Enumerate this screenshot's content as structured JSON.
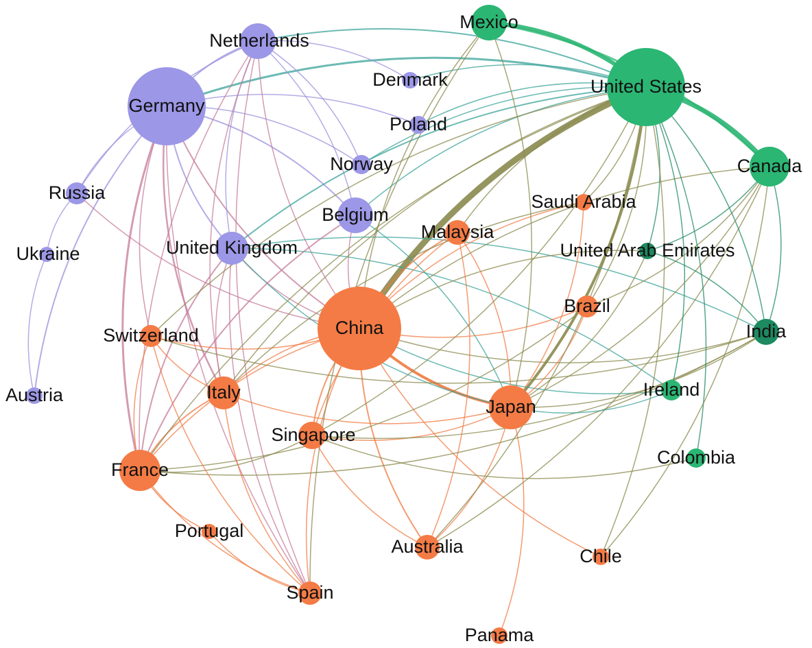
{
  "colors": {
    "purple": "#9c97e6",
    "orange": "#f47b45",
    "green": "#2bb673",
    "dark_green": "#1d8a61",
    "edge_purple": "#9a90dd",
    "edge_pink": "#c47a98",
    "edge_orange": "#f07a40",
    "edge_olive": "#8a8a4e",
    "edge_teal": "#3aa39a"
  },
  "nodes": [
    {
      "id": "germany",
      "label": "Germany",
      "group": "purple"
    },
    {
      "id": "netherlands",
      "label": "Netherlands",
      "group": "purple"
    },
    {
      "id": "denmark",
      "label": "Denmark",
      "group": "purple"
    },
    {
      "id": "poland",
      "label": "Poland",
      "group": "purple"
    },
    {
      "id": "norway",
      "label": "Norway",
      "group": "purple"
    },
    {
      "id": "russia",
      "label": "Russia",
      "group": "purple"
    },
    {
      "id": "ukraine",
      "label": "Ukraine",
      "group": "purple"
    },
    {
      "id": "austria",
      "label": "Austria",
      "group": "purple"
    },
    {
      "id": "belgium",
      "label": "Belgium",
      "group": "purple"
    },
    {
      "id": "uk",
      "label": "United Kingdom",
      "group": "purple"
    },
    {
      "id": "china",
      "label": "China",
      "group": "orange"
    },
    {
      "id": "malaysia",
      "label": "Malaysia",
      "group": "orange"
    },
    {
      "id": "saudi",
      "label": "Saudi Arabia",
      "group": "orange"
    },
    {
      "id": "brazil",
      "label": "Brazil",
      "group": "orange"
    },
    {
      "id": "switzerland",
      "label": "Switzerland",
      "group": "orange"
    },
    {
      "id": "italy",
      "label": "Italy",
      "group": "orange"
    },
    {
      "id": "france",
      "label": "France",
      "group": "orange"
    },
    {
      "id": "singapore",
      "label": "Singapore",
      "group": "orange"
    },
    {
      "id": "japan",
      "label": "Japan",
      "group": "orange"
    },
    {
      "id": "portugal",
      "label": "Portugal",
      "group": "orange"
    },
    {
      "id": "spain",
      "label": "Spain",
      "group": "orange"
    },
    {
      "id": "australia",
      "label": "Australia",
      "group": "orange"
    },
    {
      "id": "chile",
      "label": "Chile",
      "group": "orange"
    },
    {
      "id": "panama",
      "label": "Panama",
      "group": "orange"
    },
    {
      "id": "mexico",
      "label": "Mexico",
      "group": "green"
    },
    {
      "id": "us",
      "label": "United States",
      "group": "green"
    },
    {
      "id": "canada",
      "label": "Canada",
      "group": "green"
    },
    {
      "id": "uae",
      "label": "United Arab Emirates",
      "group": "dark_green"
    },
    {
      "id": "india",
      "label": "India",
      "group": "dark_green"
    },
    {
      "id": "ireland",
      "label": "Ireland",
      "group": "green"
    },
    {
      "id": "colombia",
      "label": "Colombia",
      "group": "green"
    }
  ],
  "edges": [
    {
      "s": "china",
      "t": "us",
      "w": 9,
      "c": "edge_olive"
    },
    {
      "s": "us",
      "t": "canada",
      "w": 7,
      "c": "green"
    },
    {
      "s": "us",
      "t": "mexico",
      "w": 6,
      "c": "green"
    },
    {
      "s": "mexico",
      "t": "canada",
      "w": 3,
      "c": "green"
    },
    {
      "s": "germany",
      "t": "us",
      "w": 3,
      "c": "edge_teal"
    },
    {
      "s": "netherlands",
      "t": "us",
      "w": 2,
      "c": "edge_teal"
    },
    {
      "s": "china",
      "t": "japan",
      "w": 4,
      "c": "edge_orange"
    },
    {
      "s": "us",
      "t": "japan",
      "w": 4,
      "c": "edge_olive"
    },
    {
      "s": "germany",
      "t": "france",
      "w": 3,
      "c": "edge_pink"
    },
    {
      "s": "germany",
      "t": "italy",
      "w": 2.5,
      "c": "edge_pink"
    },
    {
      "s": "germany",
      "t": "uk",
      "w": 2,
      "c": "edge_purple"
    },
    {
      "s": "germany",
      "t": "netherlands",
      "w": 2,
      "c": "edge_purple"
    },
    {
      "s": "germany",
      "t": "belgium",
      "w": 2,
      "c": "edge_purple"
    },
    {
      "s": "germany",
      "t": "china",
      "w": 2,
      "c": "edge_pink"
    },
    {
      "s": "germany",
      "t": "russia",
      "w": 1.5,
      "c": "edge_purple"
    },
    {
      "s": "germany",
      "t": "austria",
      "w": 2,
      "c": "edge_purple"
    },
    {
      "s": "germany",
      "t": "poland",
      "w": 1.5,
      "c": "edge_purple"
    },
    {
      "s": "germany",
      "t": "switzerland",
      "w": 1.5,
      "c": "edge_pink"
    },
    {
      "s": "germany",
      "t": "spain",
      "w": 1.5,
      "c": "edge_pink"
    },
    {
      "s": "germany",
      "t": "norway",
      "w": 1.5,
      "c": "edge_purple"
    },
    {
      "s": "netherlands",
      "t": "belgium",
      "w": 1.5,
      "c": "edge_purple"
    },
    {
      "s": "netherlands",
      "t": "uk",
      "w": 1.5,
      "c": "edge_purple"
    },
    {
      "s": "netherlands",
      "t": "china",
      "w": 1.5,
      "c": "edge_pink"
    },
    {
      "s": "netherlands",
      "t": "russia",
      "w": 1.5,
      "c": "edge_purple"
    },
    {
      "s": "netherlands",
      "t": "norway",
      "w": 1.5,
      "c": "edge_purple"
    },
    {
      "s": "netherlands",
      "t": "france",
      "w": 1.5,
      "c": "edge_pink"
    },
    {
      "s": "netherlands",
      "t": "italy",
      "w": 1.5,
      "c": "edge_pink"
    },
    {
      "s": "netherlands",
      "t": "spain",
      "w": 1.5,
      "c": "edge_pink"
    },
    {
      "s": "netherlands",
      "t": "denmark",
      "w": 1.5,
      "c": "edge_purple"
    },
    {
      "s": "russia",
      "t": "ukraine",
      "w": 1.5,
      "c": "edge_purple"
    },
    {
      "s": "ukraine",
      "t": "austria",
      "w": 1.5,
      "c": "edge_purple"
    },
    {
      "s": "russia",
      "t": "china",
      "w": 1.5,
      "c": "edge_pink"
    },
    {
      "s": "uk",
      "t": "us",
      "w": 2,
      "c": "edge_teal"
    },
    {
      "s": "uk",
      "t": "china",
      "w": 1.5,
      "c": "edge_pink"
    },
    {
      "s": "uk",
      "t": "france",
      "w": 2,
      "c": "edge_pink"
    },
    {
      "s": "uk",
      "t": "italy",
      "w": 1.5,
      "c": "edge_pink"
    },
    {
      "s": "uk",
      "t": "spain",
      "w": 1.5,
      "c": "edge_pink"
    },
    {
      "s": "uk",
      "t": "japan",
      "w": 1.5,
      "c": "edge_teal"
    },
    {
      "s": "uk",
      "t": "ireland",
      "w": 1.5,
      "c": "edge_teal"
    },
    {
      "s": "uk",
      "t": "india",
      "w": 1.5,
      "c": "edge_teal"
    },
    {
      "s": "belgium",
      "t": "china",
      "w": 1.5,
      "c": "edge_pink"
    },
    {
      "s": "belgium",
      "t": "france",
      "w": 2,
      "c": "edge_pink"
    },
    {
      "s": "belgium",
      "t": "us",
      "w": 1.5,
      "c": "edge_teal"
    },
    {
      "s": "belgium",
      "t": "japan",
      "w": 1.5,
      "c": "edge_teal"
    },
    {
      "s": "poland",
      "t": "us",
      "w": 1.5,
      "c": "edge_teal"
    },
    {
      "s": "norway",
      "t": "us",
      "w": 1.5,
      "c": "edge_teal"
    },
    {
      "s": "denmark",
      "t": "us",
      "w": 1.5,
      "c": "edge_teal"
    },
    {
      "s": "china",
      "t": "malaysia",
      "w": 2,
      "c": "edge_orange"
    },
    {
      "s": "china",
      "t": "singapore",
      "w": 2,
      "c": "edge_orange"
    },
    {
      "s": "china",
      "t": "australia",
      "w": 2,
      "c": "edge_orange"
    },
    {
      "s": "china",
      "t": "brazil",
      "w": 1.5,
      "c": "edge_orange"
    },
    {
      "s": "china",
      "t": "saudi",
      "w": 1.5,
      "c": "edge_orange"
    },
    {
      "s": "china",
      "t": "italy",
      "w": 1.5,
      "c": "edge_orange"
    },
    {
      "s": "china",
      "t": "france",
      "w": 1.5,
      "c": "edge_orange"
    },
    {
      "s": "china",
      "t": "spain",
      "w": 1.5,
      "c": "edge_orange"
    },
    {
      "s": "china",
      "t": "switzerland",
      "w": 1.5,
      "c": "edge_orange"
    },
    {
      "s": "china",
      "t": "chile",
      "w": 1.5,
      "c": "edge_orange"
    },
    {
      "s": "china",
      "t": "india",
      "w": 1.5,
      "c": "edge_olive"
    },
    {
      "s": "china",
      "t": "uae",
      "w": 1.5,
      "c": "edge_olive"
    },
    {
      "s": "china",
      "t": "canada",
      "w": 1.5,
      "c": "edge_olive"
    },
    {
      "s": "china",
      "t": "mexico",
      "w": 1.5,
      "c": "edge_olive"
    },
    {
      "s": "china",
      "t": "ireland",
      "w": 1.5,
      "c": "edge_teal"
    },
    {
      "s": "japan",
      "t": "malaysia",
      "w": 1.5,
      "c": "edge_orange"
    },
    {
      "s": "japan",
      "t": "singapore",
      "w": 1.5,
      "c": "edge_orange"
    },
    {
      "s": "japan",
      "t": "australia",
      "w": 1.5,
      "c": "edge_orange"
    },
    {
      "s": "japan",
      "t": "brazil",
      "w": 1.5,
      "c": "edge_orange"
    },
    {
      "s": "japan",
      "t": "panama",
      "w": 1.5,
      "c": "edge_orange"
    },
    {
      "s": "japan",
      "t": "saudi",
      "w": 1.5,
      "c": "edge_orange"
    },
    {
      "s": "japan",
      "t": "india",
      "w": 1.5,
      "c": "edge_olive"
    },
    {
      "s": "japan",
      "t": "uae",
      "w": 1.5,
      "c": "edge_olive"
    },
    {
      "s": "japan",
      "t": "italy",
      "w": 1.5,
      "c": "edge_orange"
    },
    {
      "s": "france",
      "t": "spain",
      "w": 1.5,
      "c": "edge_orange"
    },
    {
      "s": "france",
      "t": "italy",
      "w": 2,
      "c": "edge_orange"
    },
    {
      "s": "france",
      "t": "switzerland",
      "w": 1.5,
      "c": "edge_orange"
    },
    {
      "s": "france",
      "t": "portugal",
      "w": 1.5,
      "c": "edge_orange"
    },
    {
      "s": "france",
      "t": "singapore",
      "w": 1.5,
      "c": "edge_olive"
    },
    {
      "s": "france",
      "t": "us",
      "w": 1.5,
      "c": "edge_olive"
    },
    {
      "s": "france",
      "t": "india",
      "w": 1.5,
      "c": "edge_olive"
    },
    {
      "s": "france",
      "t": "brazil",
      "w": 1.5,
      "c": "edge_olive"
    },
    {
      "s": "italy",
      "t": "spain",
      "w": 1.5,
      "c": "edge_orange"
    },
    {
      "s": "italy",
      "t": "switzerland",
      "w": 1.5,
      "c": "edge_orange"
    },
    {
      "s": "italy",
      "t": "us",
      "w": 1.5,
      "c": "edge_olive"
    },
    {
      "s": "italy",
      "t": "saudi",
      "w": 1.5,
      "c": "edge_olive"
    },
    {
      "s": "switzerland",
      "t": "us",
      "w": 1.5,
      "c": "edge_olive"
    },
    {
      "s": "switzerland",
      "t": "spain",
      "w": 1.5,
      "c": "edge_orange"
    },
    {
      "s": "switzerland",
      "t": "india",
      "w": 1.5,
      "c": "edge_olive"
    },
    {
      "s": "portugal",
      "t": "spain",
      "w": 1.5,
      "c": "edge_orange"
    },
    {
      "s": "singapore",
      "t": "malaysia",
      "w": 1.5,
      "c": "edge_orange"
    },
    {
      "s": "singapore",
      "t": "australia",
      "w": 1.5,
      "c": "edge_orange"
    },
    {
      "s": "singapore",
      "t": "us",
      "w": 1.5,
      "c": "edge_olive"
    },
    {
      "s": "singapore",
      "t": "india",
      "w": 1.5,
      "c": "edge_olive"
    },
    {
      "s": "singapore",
      "t": "colombia",
      "w": 1.5,
      "c": "edge_olive"
    },
    {
      "s": "australia",
      "t": "malaysia",
      "w": 1.5,
      "c": "edge_orange"
    },
    {
      "s": "australia",
      "t": "us",
      "w": 1.5,
      "c": "edge_olive"
    },
    {
      "s": "australia",
      "t": "canada",
      "w": 1.5,
      "c": "edge_olive"
    },
    {
      "s": "malaysia",
      "t": "us",
      "w": 1.5,
      "c": "edge_olive"
    },
    {
      "s": "saudi",
      "t": "us",
      "w": 1.5,
      "c": "edge_olive"
    },
    {
      "s": "brazil",
      "t": "us",
      "w": 1.5,
      "c": "edge_olive"
    },
    {
      "s": "brazil",
      "t": "canada",
      "w": 1.5,
      "c": "edge_olive"
    },
    {
      "s": "us",
      "t": "uae",
      "w": 1.5,
      "c": "dark_green"
    },
    {
      "s": "us",
      "t": "india",
      "w": 1.5,
      "c": "dark_green"
    },
    {
      "s": "us",
      "t": "ireland",
      "w": 1.5,
      "c": "dark_green"
    },
    {
      "s": "us",
      "t": "colombia",
      "w": 1.5,
      "c": "dark_green"
    },
    {
      "s": "us",
      "t": "chile",
      "w": 1.5,
      "c": "edge_olive"
    },
    {
      "s": "canada",
      "t": "india",
      "w": 1.5,
      "c": "dark_green"
    },
    {
      "s": "canada",
      "t": "uae",
      "w": 1.5,
      "c": "dark_green"
    },
    {
      "s": "canada",
      "t": "japan",
      "w": 1.5,
      "c": "edge_olive"
    },
    {
      "s": "canada",
      "t": "chile",
      "w": 1.5,
      "c": "edge_olive"
    },
    {
      "s": "mexico",
      "t": "spain",
      "w": 1.5,
      "c": "edge_olive"
    },
    {
      "s": "mexico",
      "t": "japan",
      "w": 1.5,
      "c": "edge_olive"
    },
    {
      "s": "ireland",
      "t": "japan",
      "w": 1.5,
      "c": "edge_teal"
    },
    {
      "s": "uae",
      "t": "india",
      "w": 1.5,
      "c": "dark_green"
    }
  ]
}
